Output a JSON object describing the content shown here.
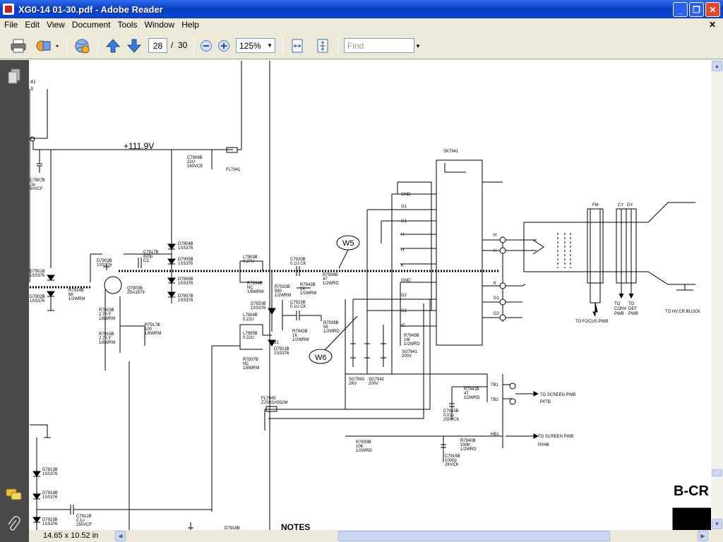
{
  "window": {
    "title": "XG0-14  01-30.pdf - Adobe Reader"
  },
  "menu": [
    "File",
    "Edit",
    "View",
    "Document",
    "Tools",
    "Window",
    "Help"
  ],
  "toolbar": {
    "page_current": "28",
    "page_sep": "/",
    "page_total": "30",
    "zoom": "125%",
    "find_placeholder": "Find"
  },
  "status": {
    "page_size": "14.65 x 10.52 in"
  },
  "schematic": {
    "voltage": "+111.9V",
    "tags": {
      "w5": "W5",
      "w6": "W6"
    },
    "top_left": [
      "41",
      "3"
    ],
    "parts": [
      {
        "name": "C7908B",
        "lines": [
          "C7908B",
          "22U",
          "160VCE"
        ]
      },
      {
        "name": "FL7941",
        "lines": [
          "FL7941"
        ]
      },
      {
        "name": "C7907B",
        "lines": [
          "C7907B",
          ".1u",
          "50VCF"
        ]
      },
      {
        "name": "D7904B",
        "lines": [
          "D7904B",
          "1SS376"
        ]
      },
      {
        "name": "D7905B",
        "lines": [
          "D7905B",
          "1SS376"
        ]
      },
      {
        "name": "D7906B",
        "lines": [
          "D7906B",
          "1SS376"
        ]
      },
      {
        "name": "D7907B",
        "lines": [
          "D7907B",
          "1SS376"
        ]
      },
      {
        "name": "D7903B",
        "lines": [
          "D7903B",
          "1SS376"
        ]
      },
      {
        "name": "C7917B",
        "lines": [
          "C7917B",
          "820p",
          "CC"
        ]
      },
      {
        "name": "D7901B",
        "lines": [
          "D7901B",
          "1SS376"
        ]
      },
      {
        "name": "D7902B",
        "lines": [
          "D7902B",
          "1SS376"
        ]
      },
      {
        "name": "R7914B",
        "lines": [
          "R7914B",
          "68",
          "1/2WRM"
        ]
      },
      {
        "name": "Q7903B",
        "lines": [
          "Q7903B",
          "2SA1579"
        ]
      },
      {
        "name": "R7915B",
        "lines": [
          "R7915B",
          "2.7K F",
          "1/8WRM"
        ]
      },
      {
        "name": "R7916B",
        "lines": [
          "R7916B",
          "2.7K F",
          "1/8WRM"
        ]
      },
      {
        "name": "R7917B",
        "lines": [
          "R7917B",
          "100",
          "1/8WRM"
        ]
      },
      {
        "name": "L7903B",
        "lines": [
          "L7903B",
          "0.27U"
        ]
      },
      {
        "name": "R7934B",
        "lines": [
          "R7934B",
          "NC",
          "1/8WRM"
        ]
      },
      {
        "name": "R7933B",
        "lines": [
          "R7933B",
          "560",
          "1/2WRM"
        ]
      },
      {
        "name": "C7920B",
        "lines": [
          "C7920B",
          "0.1U  CK"
        ]
      },
      {
        "name": "R7942B",
        "lines": [
          "R7942B",
          "1K",
          "1/2WRM"
        ]
      },
      {
        "name": "R7936B",
        "lines": [
          "R7936B",
          "47",
          "1/2WRD"
        ]
      },
      {
        "name": "L7904B",
        "lines": [
          "L7904B",
          "0.22U"
        ]
      },
      {
        "name": "D7920B",
        "lines": [
          "D7920B",
          "1SS376"
        ]
      },
      {
        "name": "C7921B",
        "lines": [
          "C7921B",
          "0.1U  CK"
        ]
      },
      {
        "name": "R7938B",
        "lines": [
          "R7938B",
          "56",
          "1/2WRD"
        ]
      },
      {
        "name": "L7905B",
        "lines": [
          "L7905B",
          "0.22U"
        ]
      },
      {
        "name": "R7943B",
        "lines": [
          "R7943B",
          "1K",
          "1/2WRM"
        ]
      },
      {
        "name": "D7921B",
        "lines": [
          "D7921B",
          "1SS376"
        ]
      },
      {
        "name": "R7937B",
        "lines": [
          "R7937B",
          "NC",
          "1/8WRM"
        ]
      },
      {
        "name": "R7945B",
        "lines": [
          "R7945B",
          "1M",
          "1/2WRD"
        ]
      },
      {
        "name": "SG7941",
        "lines": [
          "SG7941",
          "200V"
        ]
      },
      {
        "name": "SG7943",
        "lines": [
          "SG7943",
          "2KV"
        ]
      },
      {
        "name": "SG7942",
        "lines": [
          "SG7942",
          "200V"
        ]
      },
      {
        "name": "FL7945",
        "lines": [
          "FL7945",
          "ZJSR1H332M"
        ]
      },
      {
        "name": "R7941B",
        "lines": [
          "R7941B",
          "47",
          "1/2WRD"
        ]
      },
      {
        "name": "C7915B",
        "lines": [
          "C7915B",
          "0.01u",
          "250VCK"
        ]
      },
      {
        "name": "R7939B",
        "lines": [
          "R7939B",
          "10K",
          "1/2WRD"
        ]
      },
      {
        "name": "R7940B",
        "lines": [
          "R7940B",
          "330K",
          "1/2WRD"
        ]
      },
      {
        "name": "C7916B",
        "lines": [
          "C7916B",
          "1000p",
          "2KVCK"
        ]
      },
      {
        "name": "D7913B",
        "lines": [
          "D7913B",
          "1SS376"
        ]
      },
      {
        "name": "D7914B",
        "lines": [
          "D7914B",
          "1SS376"
        ]
      },
      {
        "name": "D7915B",
        "lines": [
          "D7915B",
          "1SS376"
        ]
      },
      {
        "name": "C7912B",
        "lines": [
          "C7912B",
          "0.1u",
          "250VCF"
        ]
      },
      {
        "name": "D7918B",
        "lines": [
          "D7918B"
        ]
      }
    ],
    "socket": "SK7941",
    "pins": [
      "GND",
      "G1",
      "G1",
      "H",
      "H",
      "K",
      "GND",
      "G2",
      "G1",
      "IC"
    ],
    "crt_pins": [
      "H",
      "H",
      "K",
      "G1",
      "G2"
    ],
    "crt_labels": [
      "FM",
      "CY",
      "DY"
    ],
    "small_labels": {
      "g1_small": "G1",
      "tb1": "TB1",
      "tb2": "TB2",
      "hb1": "HB1"
    },
    "destinations": {
      "focus": "TO FOCUS PWB",
      "conv": [
        "TO",
        "CONV",
        "PWB"
      ],
      "def": [
        "TO",
        "DEF",
        "PWB"
      ],
      "hvcr": "TO HV.CR BLOCK",
      "screen1": [
        "TO SCREEN PWB",
        "P0TB"
      ],
      "screen2": [
        "TO SCREEN PWB",
        "P0HB"
      ]
    },
    "notes": "NOTES",
    "block": "B-CR"
  }
}
